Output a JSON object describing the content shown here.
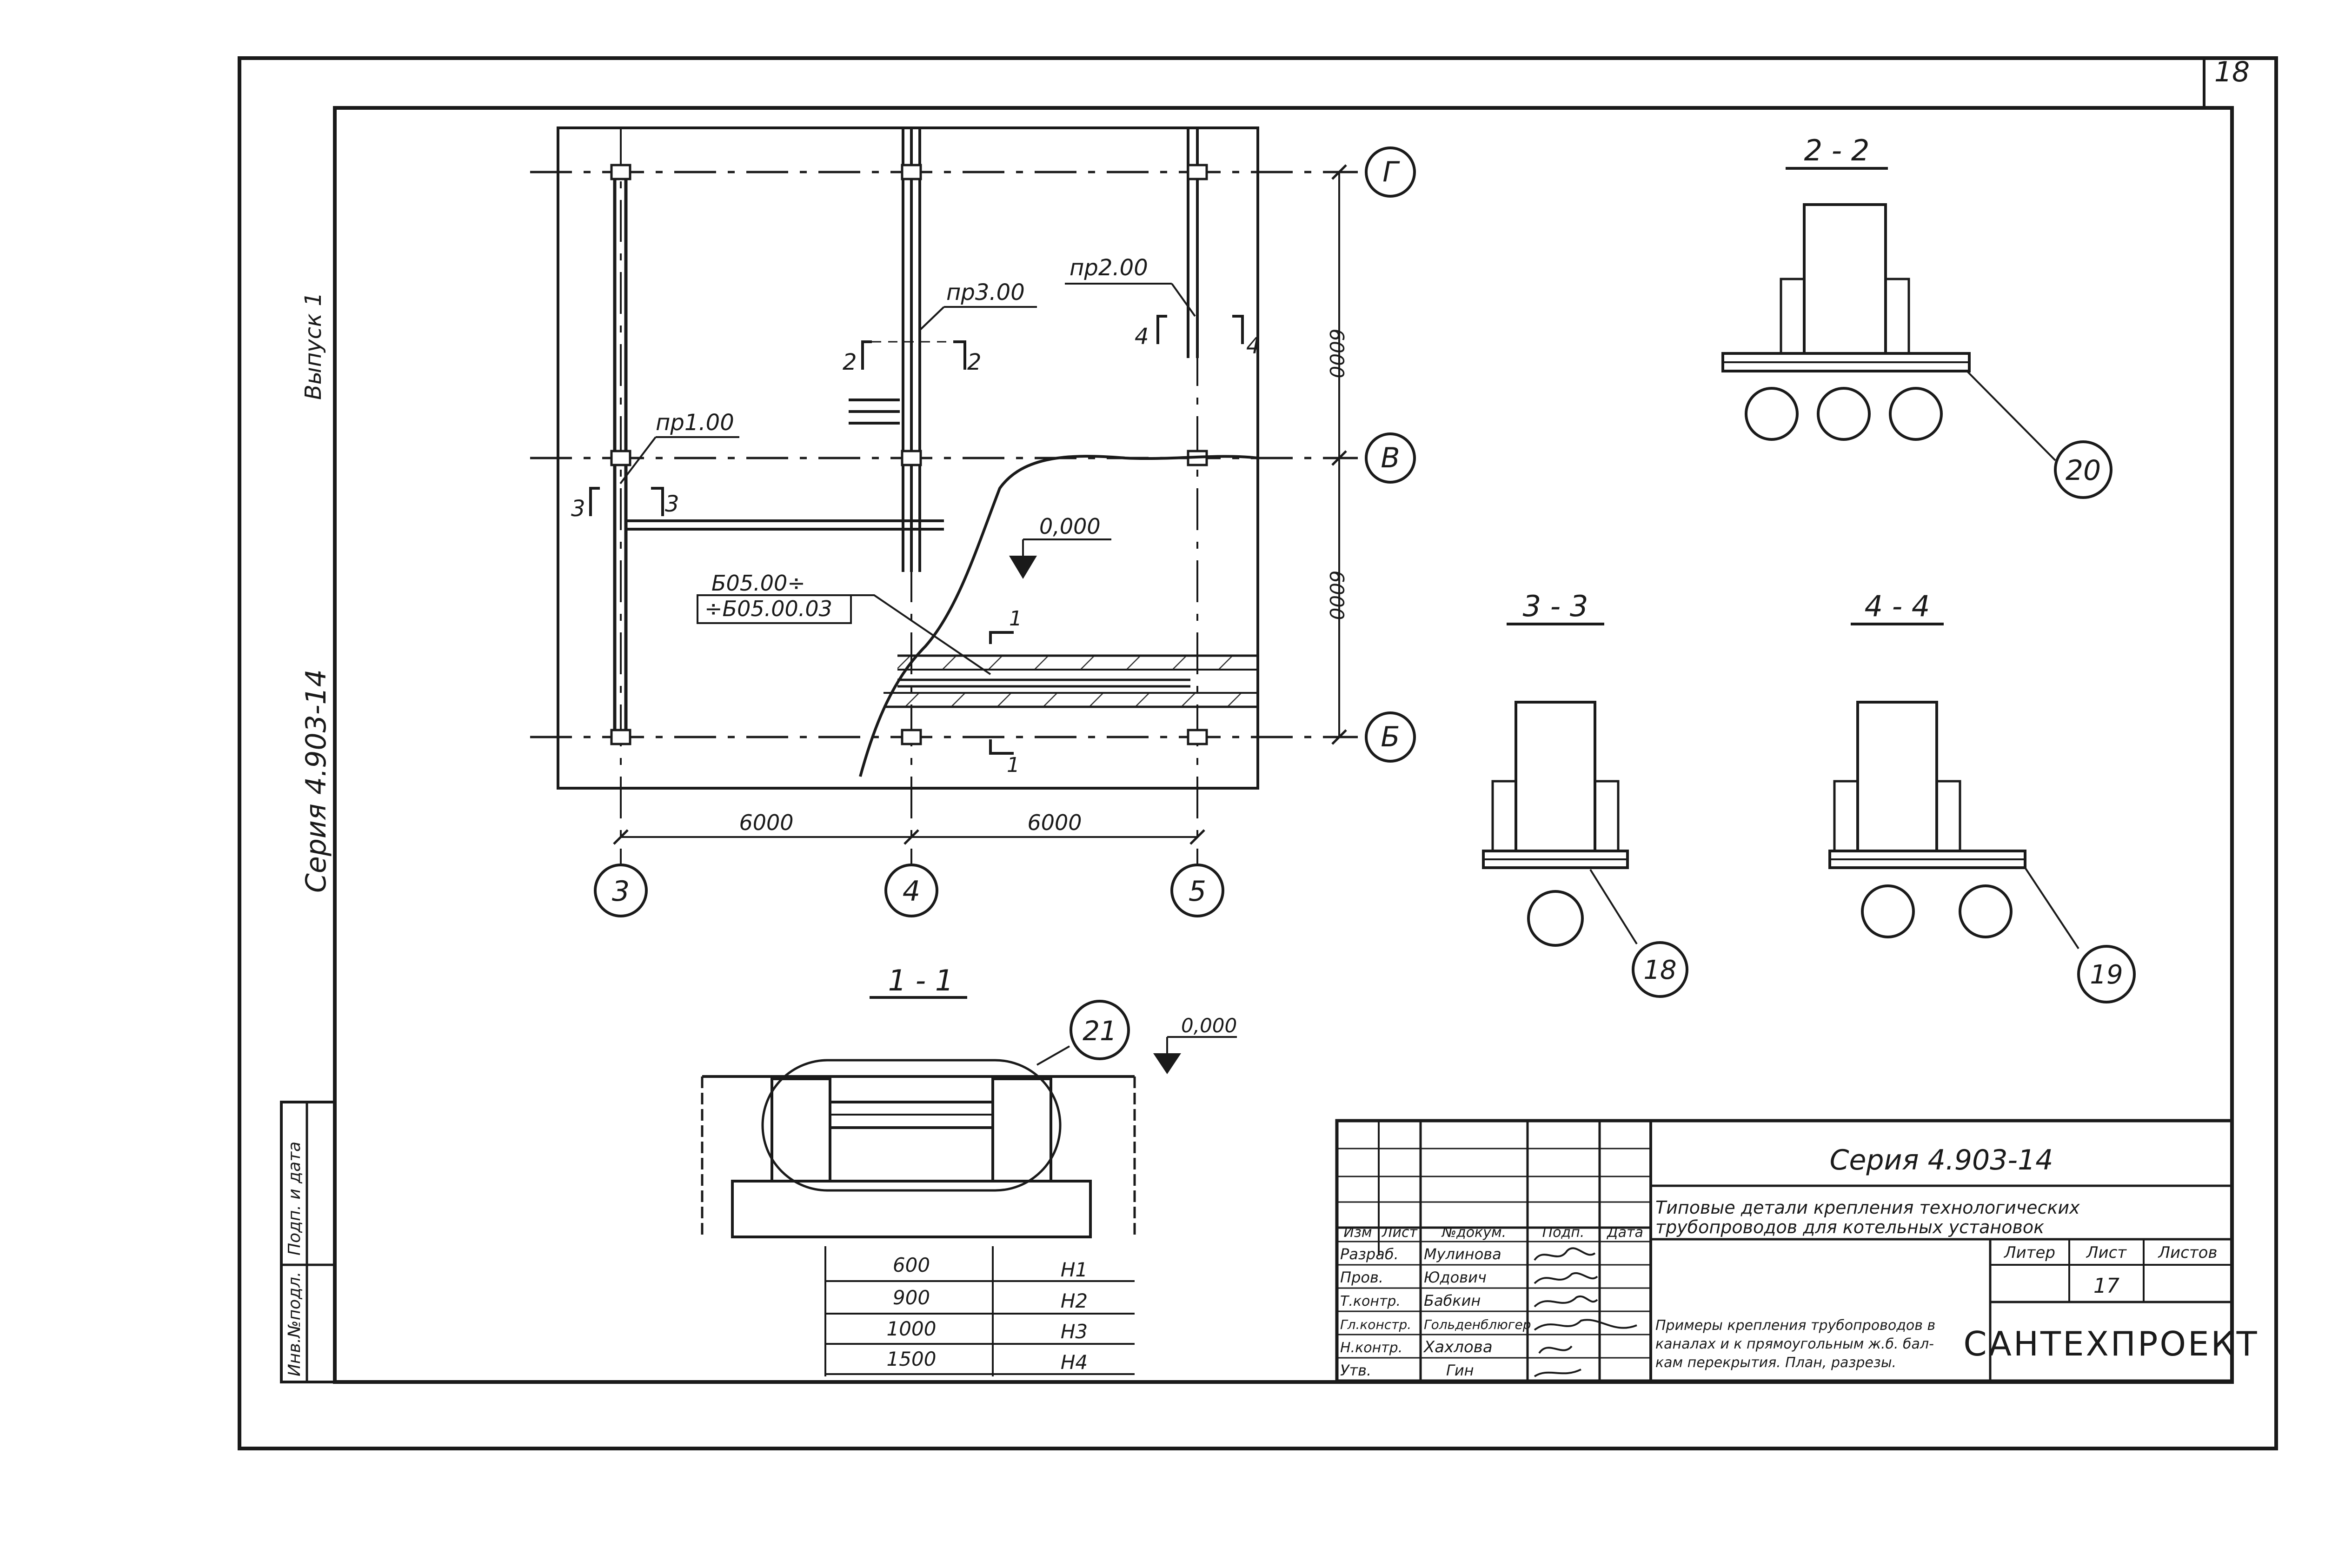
{
  "sheet": {
    "page_number": "18",
    "margin_left_text": "Выпуск 1",
    "margin_left_series": "Серия 4.903-14"
  },
  "plan": {
    "axis_rows": [
      "Г",
      "В",
      "Б"
    ],
    "axis_cols": [
      "3",
      "4",
      "5"
    ],
    "dim_horizontal": [
      "6000",
      "6000"
    ],
    "dim_vertical": [
      "6000",
      "6000"
    ],
    "mark_pr1": "пр1.00",
    "mark_pr2": "пр2.00",
    "mark_pr3": "пр3.00",
    "mark_bs_top": "Б05.00÷",
    "mark_bs_bottom": "÷Б05.00.03",
    "level": "0,000",
    "cut_1_a": "1",
    "cut_1_b": "1",
    "cut_2_a": "2",
    "cut_2_b": "2",
    "cut_3_a": "3",
    "cut_3_b": "3",
    "cut_4_a": "4",
    "cut_4_b": "4"
  },
  "sections": {
    "s22_title": "2 - 2",
    "s33_title": "3 - 3",
    "s44_title": "4 - 4",
    "s11_title": "1 - 1",
    "ref_20": "20",
    "ref_18": "18",
    "ref_19": "19",
    "ref_21": "21",
    "level_11": "0,000"
  },
  "height_table": {
    "rows": [
      {
        "value": "600",
        "label": "H1"
      },
      {
        "value": "900",
        "label": "H2"
      },
      {
        "value": "1000",
        "label": "H3"
      },
      {
        "value": "1500",
        "label": "H4"
      }
    ]
  },
  "stamp_left": {
    "col1": "Инв.№подл.",
    "col2": "Подп. и дата"
  },
  "title_block": {
    "series": "Серия 4.903-14",
    "title_line1": "Типовые детали крепления технологических",
    "title_line2": "трубопроводов для котельных установок",
    "header_cols": [
      "Изм",
      "Лист",
      "№докум.",
      "Подп.",
      "Дата"
    ],
    "people": [
      {
        "role": "Разраб.",
        "name": "Мулинова"
      },
      {
        "role": "Пров.",
        "name": "Юдович"
      },
      {
        "role": "Т.контр.",
        "name": "Бабкин"
      },
      {
        "role": "Гл.констр.",
        "name": "Гольденблюгер"
      },
      {
        "role": "Н.контр.",
        "name": "Хахлова"
      },
      {
        "role": "Утв.",
        "name": "Гин"
      }
    ],
    "sheet_cols": [
      "Литер",
      "Лист",
      "Листов"
    ],
    "sheet_num": "17",
    "desc_line1": "Примеры крепления трубопроводов в",
    "desc_line2": "каналах и к прямоугольным ж.б. бал-",
    "desc_line3": "кам перекрытия. План, разрезы.",
    "org": "САНТЕХПРОЕКТ"
  }
}
